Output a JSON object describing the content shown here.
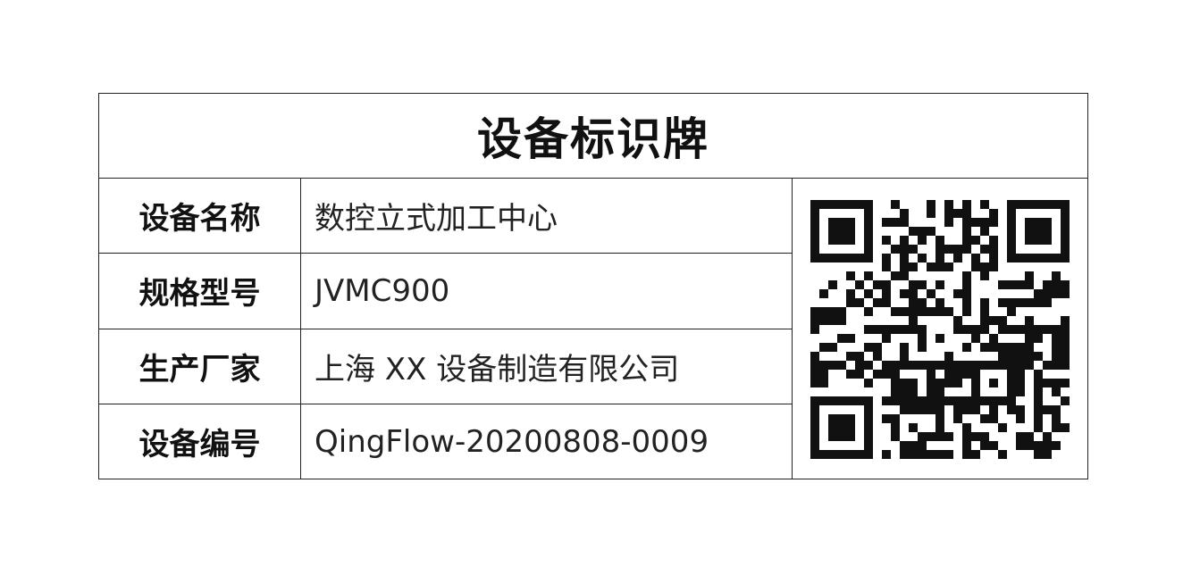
{
  "title": "设备标识牌",
  "rows": [
    {
      "label": "设备名称",
      "value": "数控立式加工中心"
    },
    {
      "label": "规格型号",
      "value": "JVMC900"
    },
    {
      "label": "生产厂家",
      "value": "上海 XX 设备制造有限公司"
    },
    {
      "label": "设备编号",
      "value": "QingFlow-20200808-0009"
    }
  ],
  "qr": {
    "icon": "qr-code-icon",
    "color": "#111111"
  }
}
